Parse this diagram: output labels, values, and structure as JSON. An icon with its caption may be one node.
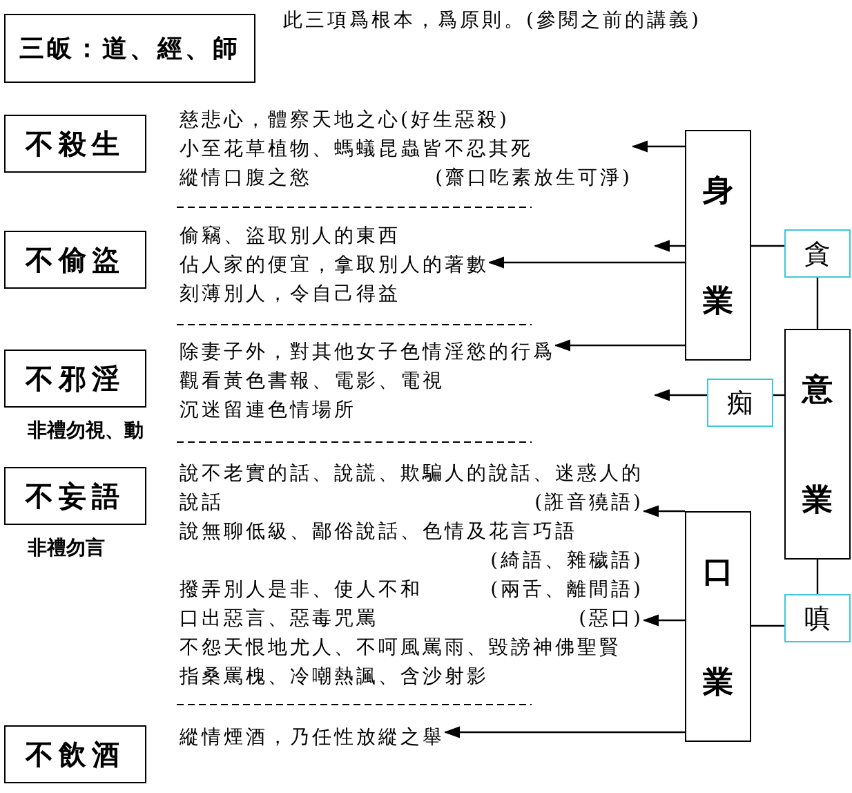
{
  "diagram": {
    "nodes": [
      {
        "text": [
          "三皈：道、經、師"
        ]
      },
      {
        "text": [
          "不殺生"
        ]
      },
      {
        "text": [
          "不偷盜"
        ]
      },
      {
        "text": [
          "不邪淫"
        ]
      },
      {
        "text": [
          "不妄語"
        ]
      },
      {
        "text": [
          "不飲酒"
        ]
      },
      {
        "text": [
          "慈悲心，體察天地之心(好生惡殺)",
          "小至花草植物、螞蟻昆蟲皆不忍其死",
          "縱情口腹之慾",
          "(齋口吃素放生可淨)"
        ]
      },
      {
        "text": [
          "偷竊、盜取別人的東西",
          "佔人家的便宜，拿取別人的著數",
          "刻薄別人，令自己得益"
        ]
      },
      {
        "text": [
          "除妻子外，對其他女子色情淫慾的行爲",
          "觀看黃色書報、電影、電視",
          "沉迷留連色情場所"
        ]
      },
      {
        "text": [
          "說不老實的話、說謊、欺騙人的說話、迷惑人的",
          "說話",
          "(誑音獟語)",
          "說無聊低級、鄙俗說話、色情及花言巧語",
          "(綺語、雜穢語)",
          "撥弄別人是非、使人不和",
          "(兩舌、離間語)",
          "口出惡言、惡毒咒罵",
          "(惡口)",
          "不怨天恨地尤人、不呵風罵雨、毀謗神佛聖賢",
          "指桑罵槐、冷嘲熱諷、含沙射影"
        ]
      },
      {
        "text": [
          "縱情煙酒，乃任性放縱之舉"
        ]
      },
      {
        "text": [
          "身業"
        ]
      },
      {
        "text": [
          "貪"
        ]
      },
      {
        "text": [
          "意業"
        ]
      },
      {
        "text": [
          "痴"
        ]
      },
      {
        "text": [
          "口業"
        ]
      },
      {
        "text": [
          "嗔"
        ]
      }
    ],
    "edges": [
      {
        "from": 11,
        "to": 6,
        "arrow": "to"
      },
      {
        "from": 11,
        "to": null,
        "arrow": "to"
      },
      {
        "from": 11,
        "to": 7,
        "arrow": "to"
      },
      {
        "from": 11,
        "to": 8,
        "arrow": "to"
      },
      {
        "from": 14,
        "to": null,
        "arrow": "to"
      },
      {
        "from": 15,
        "to": 9,
        "arrow": "to"
      },
      {
        "from": 15,
        "to": 9,
        "arrow": "to"
      },
      {
        "from": 15,
        "to": 10,
        "arrow": "to"
      },
      {
        "from": 12,
        "to": 11,
        "arrow": "none"
      },
      {
        "from": 12,
        "to": 13,
        "arrow": "none"
      },
      {
        "from": 14,
        "to": 13,
        "arrow": "none"
      },
      {
        "from": 13,
        "to": 16,
        "arrow": "none"
      },
      {
        "from": 16,
        "to": 15,
        "arrow": "none"
      }
    ],
    "labels": [
      "此三項爲根本，爲原則。(參閱之前的講義)",
      "非禮勿視、動",
      "非禮勿言"
    ]
  }
}
